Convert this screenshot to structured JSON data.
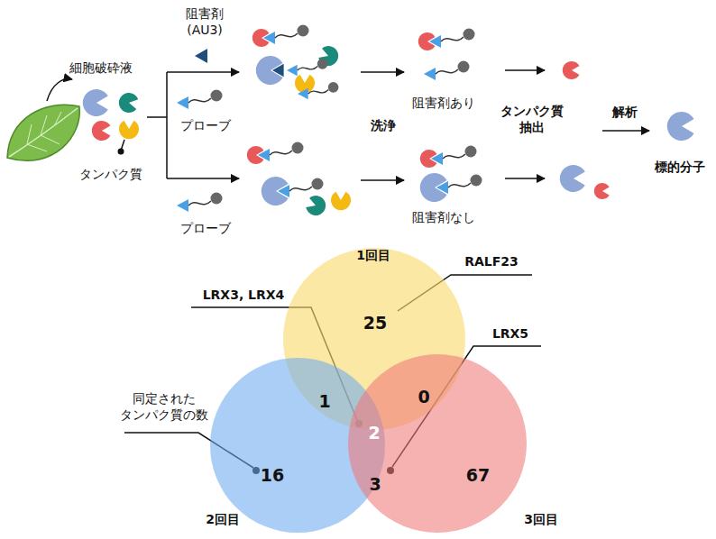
{
  "diagram": {
    "nodes": [
      {
        "text": [
          "1回目",
          "25"
        ]
      },
      {
        "text": [
          "2回目",
          "16"
        ]
      },
      {
        "text": [
          "3回目",
          "67"
        ]
      }
    ],
    "labels": [
      "細胞破砕液",
      "タンパク質",
      "阻害剤 (AU3)",
      "プローブ",
      "プローブ",
      "洗浄",
      "阻害剤あり",
      "阻害剤なし",
      "タンパク質 抽出",
      "解析",
      "標的分子",
      "1",
      "0",
      "2",
      "3",
      "RALF23",
      "LRX3, LRX4",
      "LRX5",
      "同定された タンパク質の数"
    ]
  }
}
